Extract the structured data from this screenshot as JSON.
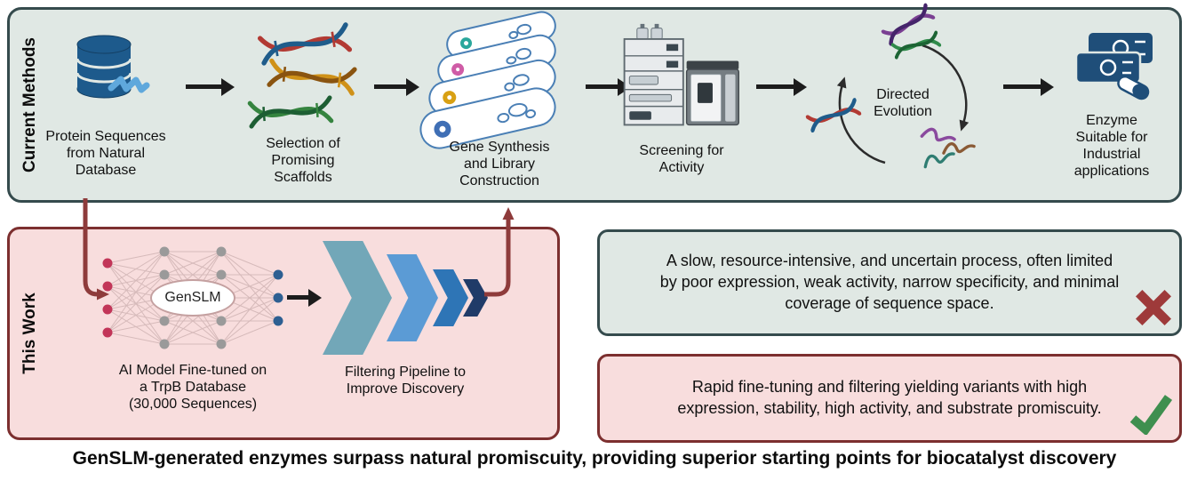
{
  "caption": "GenSLM-generated enzymes surpass natural promiscuity, providing superior starting points for biocatalyst discovery",
  "current_methods": {
    "title": "Current Methods",
    "steps": [
      {
        "label": "Protein Sequences from Natural Database",
        "icon": "database-protein-icon"
      },
      {
        "label": "Selection of Promising Scaffolds",
        "icon": "dna-scaffolds-icon"
      },
      {
        "label": "Gene Synthesis and Library Construction",
        "icon": "culture-plates-icon"
      },
      {
        "label": "Screening for Activity",
        "icon": "hplc-instrument-icon"
      },
      {
        "label": "Directed Evolution",
        "icon": "directed-evolution-cycle-icon"
      },
      {
        "label": "Enzyme Suitable for Industrial applications",
        "icon": "banknotes-pill-icon"
      }
    ]
  },
  "this_work": {
    "title": "This Work",
    "model_label": "GenSLM",
    "model_icon": "neural-network-icon",
    "ai_model_caption": "AI Model Fine-tuned on a TrpB Database (30,000 Sequences)",
    "filter_icon": "filter-funnel-icon",
    "filter_caption": "Filtering Pipeline to Improve Discovery"
  },
  "callouts": {
    "drawback": {
      "text": "A slow, resource-intensive, and uncertain process, often limited by poor expression, weak activity, narrow specificity, and minimal coverage of sequence space.",
      "mark": "cross-icon"
    },
    "benefit": {
      "text": "Rapid fine-tuning and filtering yielding variants with high expression, stability, high activity, and substrate promiscuity.",
      "mark": "check-icon"
    }
  },
  "colors": {
    "methods_panel_bg": "#e0e8e4",
    "methods_panel_border": "#354b4d",
    "work_panel_bg": "#f8dddd",
    "work_panel_border": "#7c2f2f",
    "flow_arrow": "#1c1c1c",
    "redirect_arrow": "#8e3b3b",
    "cross": "#9e3a3a",
    "check": "#3f8f4f"
  }
}
